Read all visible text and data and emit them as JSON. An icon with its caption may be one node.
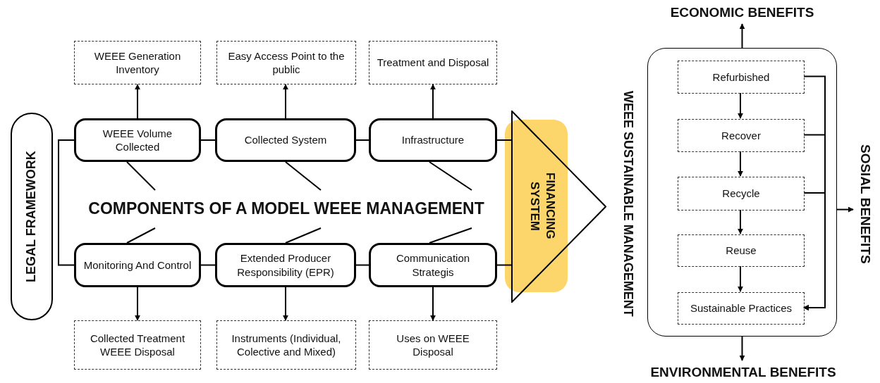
{
  "diagram": {
    "nodes": [
      {
        "text": [
          "LEGAL FRAMEWORK"
        ]
      },
      {
        "text": [
          "WEEE Volume Collected"
        ]
      },
      {
        "text": [
          "Collected System"
        ]
      },
      {
        "text": [
          "Infrastructure"
        ]
      },
      {
        "text": [
          "Monitoring And Control"
        ]
      },
      {
        "text": [
          "Extended Producer Responsibility (EPR)"
        ]
      },
      {
        "text": [
          "Communication Strategis"
        ]
      },
      {
        "text": [
          "WEEE Generation Inventory"
        ]
      },
      {
        "text": [
          "Easy Access Point to the public"
        ]
      },
      {
        "text": [
          "Treatment and Disposal"
        ]
      },
      {
        "text": [
          "Collected Treatment WEEE Disposal"
        ]
      },
      {
        "text": [
          "Instruments (Individual, Colective and Mixed)"
        ]
      },
      {
        "text": [
          "Uses on WEEE Disposal"
        ]
      },
      {
        "text": [
          "COMPONENTS OF A MODEL WEEE MANAGEMENT"
        ]
      },
      {
        "text": [
          "FINANCING SYSTEM"
        ]
      },
      {
        "text": [],
        "shape": "triangle"
      },
      {
        "text": [
          "WEEE SUSTAINABLE MANAGEMENT"
        ]
      },
      {
        "text": [
          "Refurbished"
        ],
        "in": 16
      },
      {
        "text": [
          "Recover"
        ],
        "in": 16
      },
      {
        "text": [
          "Recycle"
        ],
        "in": 16
      },
      {
        "text": [
          "Reuse"
        ],
        "in": 16
      },
      {
        "text": [
          "Sustainable Practices"
        ],
        "in": 16
      },
      {
        "text": [
          "ECONOMIC BENEFITS"
        ]
      },
      {
        "text": [
          "SOSIAL BENEFITS"
        ]
      },
      {
        "text": [
          "ENVIRONMENTAL BENEFITS"
        ]
      }
    ],
    "edges": [
      {
        "from": 1,
        "to": 4,
        "arrow": "none"
      },
      {
        "from": 1,
        "to": 2,
        "arrow": "none"
      },
      {
        "from": 2,
        "to": 3,
        "arrow": "none"
      },
      {
        "from": 4,
        "to": 5,
        "arrow": "none"
      },
      {
        "from": 5,
        "to": 6,
        "arrow": "none"
      },
      {
        "from": 3,
        "to": 15,
        "arrow": "none"
      },
      {
        "from": 6,
        "to": 15,
        "arrow": "none"
      },
      {
        "from": 1,
        "to": 7,
        "arrow": "to"
      },
      {
        "from": 2,
        "to": 8,
        "arrow": "to"
      },
      {
        "from": 3,
        "to": 9,
        "arrow": "to"
      },
      {
        "from": 4,
        "to": 10,
        "arrow": "to"
      },
      {
        "from": 5,
        "to": 11,
        "arrow": "to"
      },
      {
        "from": 6,
        "to": 12,
        "arrow": "to"
      },
      {
        "from": 1,
        "to": 13,
        "arrow": "none"
      },
      {
        "from": 2,
        "to": 13,
        "arrow": "none"
      },
      {
        "from": 3,
        "to": 13,
        "arrow": "none"
      },
      {
        "from": 4,
        "to": 13,
        "arrow": "none"
      },
      {
        "from": 5,
        "to": 13,
        "arrow": "none"
      },
      {
        "from": 6,
        "to": 13,
        "arrow": "none"
      },
      {
        "from": 17,
        "to": 18,
        "arrow": "to"
      },
      {
        "from": 18,
        "to": 19,
        "arrow": "to"
      },
      {
        "from": 19,
        "to": 20,
        "arrow": "to"
      },
      {
        "from": 17,
        "to": 21,
        "arrow": "to"
      },
      {
        "from": 18,
        "to": 21,
        "arrow": "to"
      },
      {
        "from": 19,
        "to": 21,
        "arrow": "to"
      },
      {
        "from": 20,
        "to": 21,
        "arrow": "to"
      },
      {
        "from": 16,
        "to": 22,
        "arrow": "to"
      },
      {
        "from": 16,
        "to": 23,
        "arrow": "to"
      },
      {
        "from": 16,
        "to": 24,
        "arrow": "to"
      }
    ]
  }
}
